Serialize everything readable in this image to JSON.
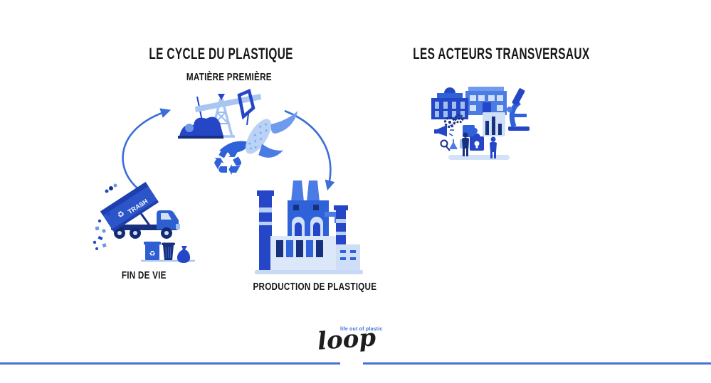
{
  "slide": {
    "background": "#ffffff",
    "accent_blue": "#3b6fd8",
    "dark_blue": "#2446c7",
    "navy_blue": "#17317f",
    "light_blue": "#a9c6f2",
    "rule_color": "#4273d9",
    "text_color": "#161616"
  },
  "cycle": {
    "title": "LE CYCLE DU PLASTIQUE",
    "stages": {
      "matiere_premiere": "MATIÈRE PREMIÈRE",
      "production": "PRODUCTION DE PLASTIQUE",
      "fin_de_vie": "FIN DE VIE"
    },
    "truck_label": "TRASH",
    "arrows": [
      {
        "from": "fin-de-vie",
        "to": "matiere-premiere"
      },
      {
        "from": "matiere-premiere",
        "to": "production-de-plastique"
      }
    ]
  },
  "transversal": {
    "title": "LES ACTEURS TRANSVERSAUX"
  },
  "footer": {
    "logo": "loop",
    "tagline": "life out of plastic"
  },
  "icons": {
    "recycle": "♻"
  }
}
